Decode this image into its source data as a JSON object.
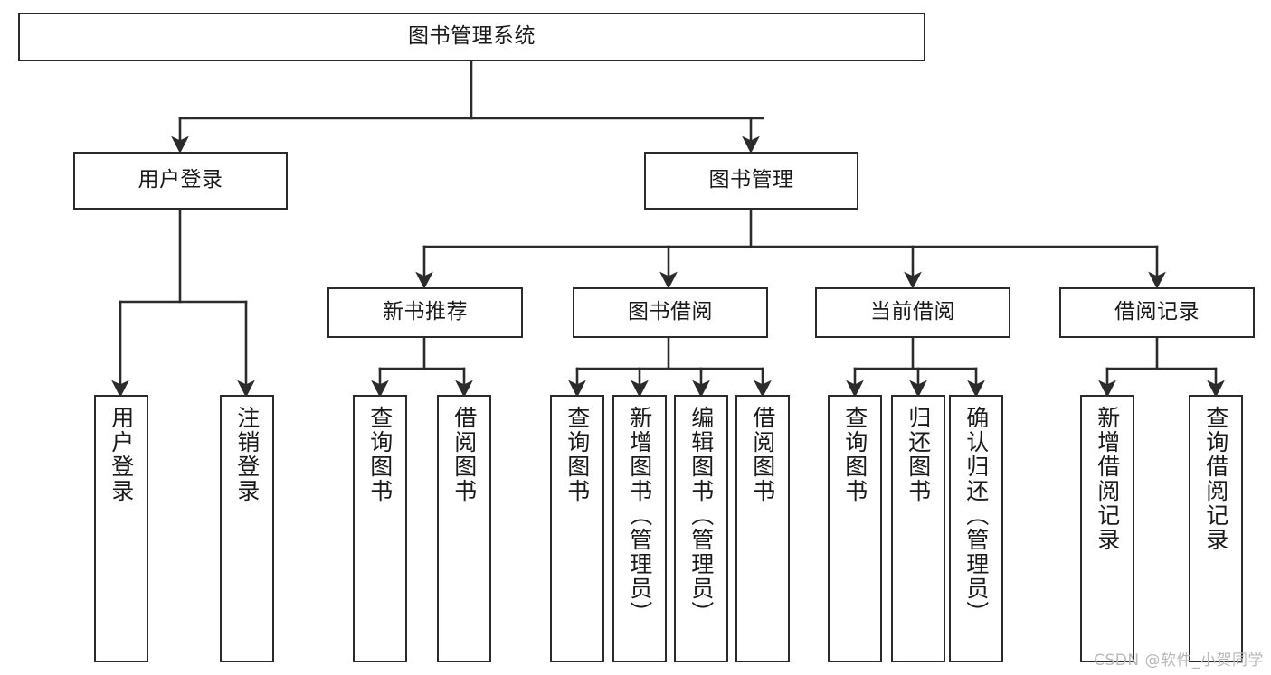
{
  "diagram": {
    "title": "图书管理系统",
    "type": "tree-hierarchy-diagram",
    "watermark": "CSDN @软件_小贺同学",
    "colors": {
      "stroke": "#2b2b2b",
      "fill": "#ffffff",
      "text": "#1a1a1a",
      "watermark": "#b9b9b9"
    },
    "nodes": {
      "root": {
        "label": "图书管理系统"
      },
      "level2": [
        {
          "label": "用户登录"
        },
        {
          "label": "图书管理"
        }
      ],
      "level3": [
        {
          "label": "新书推荐"
        },
        {
          "label": "图书借阅"
        },
        {
          "label": "当前借阅"
        },
        {
          "label": "借阅记录"
        }
      ],
      "leaves": {
        "user_login": [
          {
            "label": "用户登录"
          },
          {
            "label": "注销登录"
          }
        ],
        "new_book_recommend": [
          {
            "label": "查询图书"
          },
          {
            "label": "借阅图书"
          }
        ],
        "book_borrow": [
          {
            "label": "查询图书"
          },
          {
            "label": "新增图书（管理员）"
          },
          {
            "label": "编辑图书（管理员）"
          },
          {
            "label": "借阅图书"
          }
        ],
        "current_borrow": [
          {
            "label": "查询图书"
          },
          {
            "label": "归还图书"
          },
          {
            "label": "确认归还（管理员）"
          }
        ],
        "borrow_record": [
          {
            "label": "新增借阅记录"
          },
          {
            "label": "查询借阅记录"
          }
        ]
      }
    }
  }
}
